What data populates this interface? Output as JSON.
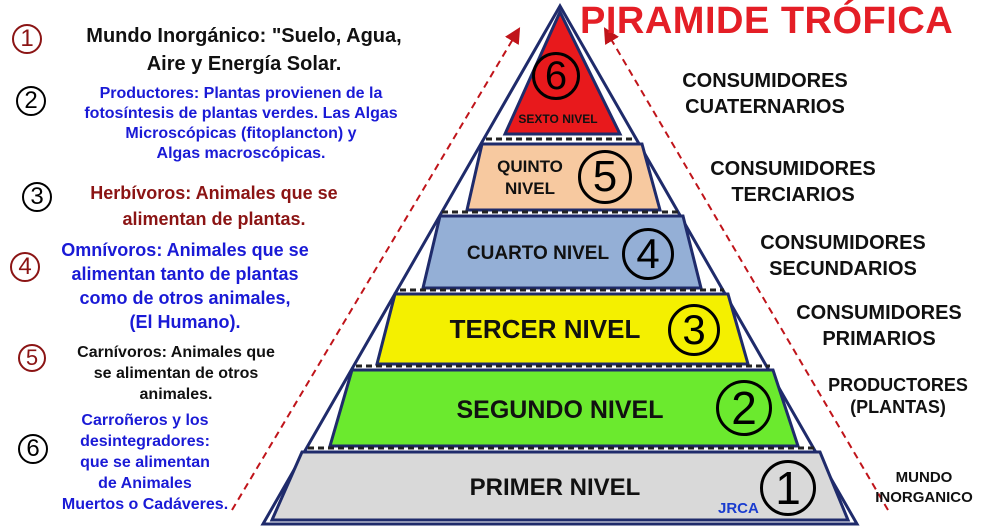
{
  "title": "PIRAMIDE TRÓFICA",
  "colors": {
    "title": "#e41e26",
    "level6": "#e8191c",
    "level5": "#f7c9a0",
    "level4": "#94afd6",
    "level3": "#f4f000",
    "level2": "#6bea2e",
    "level1": "#d9d9d9",
    "dashed_arrow": "#c0141a",
    "blue_text": "#1a1ad6",
    "darkred_text": "#8b1414"
  },
  "levels": [
    {
      "label": "SEXTO NIVEL",
      "number": "6"
    },
    {
      "label": "QUINTO NIVEL",
      "line1": "QUINTO",
      "line2": "NIVEL",
      "number": "5"
    },
    {
      "label": "CUARTO NIVEL",
      "number": "4"
    },
    {
      "label": "TERCER NIVEL",
      "number": "3"
    },
    {
      "label": "SEGUNDO NIVEL",
      "number": "2"
    },
    {
      "label": "PRIMER NIVEL",
      "number": "1"
    }
  ],
  "right_labels": [
    {
      "line1": "CONSUMIDORES",
      "line2": "CUATERNARIOS"
    },
    {
      "line1": "CONSUMIDORES",
      "line2": "TERCIARIOS"
    },
    {
      "line1": "CONSUMIDORES",
      "line2": "SECUNDARIOS"
    },
    {
      "line1": "CONSUMIDORES",
      "line2": "PRIMARIOS"
    },
    {
      "line1": "PRODUCTORES",
      "line2": "(PLANTAS)"
    },
    {
      "line1": "MUNDO",
      "line2": "INORGANICO"
    }
  ],
  "left_notes": [
    {
      "number": "1",
      "lines": [
        "Mundo Inorgánico: \"Suelo, Agua,",
        "Aire y Energía Solar."
      ]
    },
    {
      "number": "2",
      "lines": [
        "Productores: Plantas provienen de la",
        "fotosíntesis de plantas verdes. Las Algas",
        "Microscópicas (fitoplancton) y",
        "Algas macroscópicas."
      ]
    },
    {
      "number": "3",
      "lines": [
        "Herbívoros: Animales que se",
        "alimentan de plantas."
      ]
    },
    {
      "number": "4",
      "lines": [
        "Omnívoros: Animales que se",
        "alimentan tanto de plantas",
        "como de otros animales,",
        "(El Humano)."
      ]
    },
    {
      "number": "5",
      "lines": [
        "Carnívoros: Animales que",
        "se alimentan de otros",
        "animales."
      ]
    },
    {
      "number": "6",
      "lines": [
        "Carroñeros y los",
        "desintegradores:",
        "que se alimentan",
        "de Animales",
        "Muertos o Cadáveres."
      ]
    }
  ],
  "signature": "JRCA"
}
